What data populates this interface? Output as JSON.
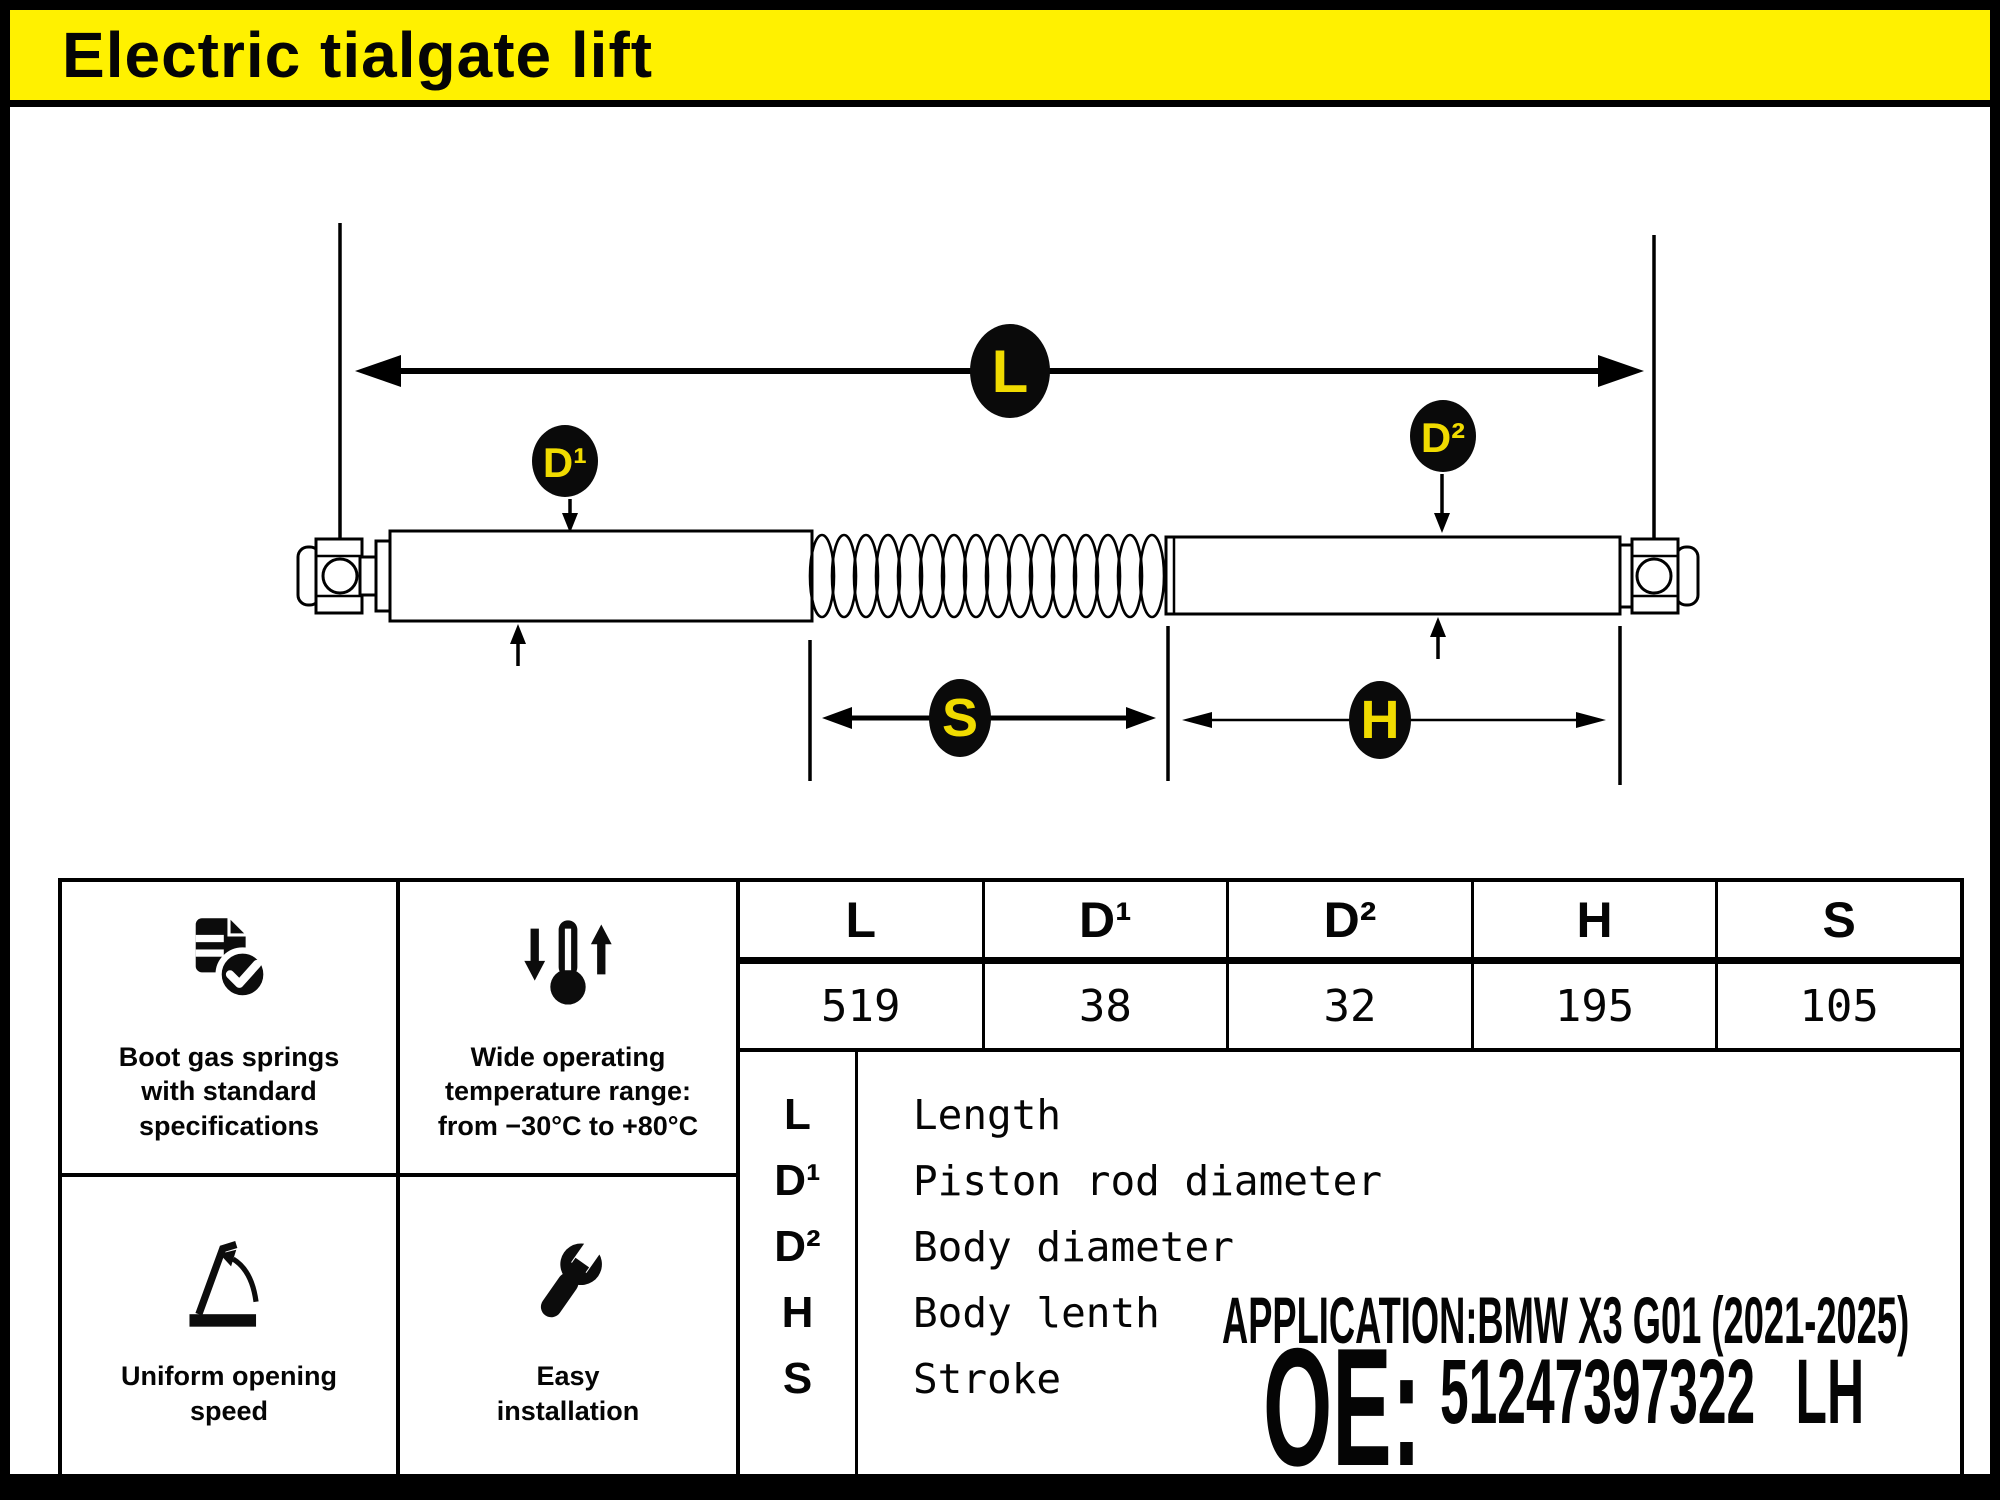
{
  "page": {
    "title": "Electric tialgate lift"
  },
  "colors": {
    "banner_yellow": "#FFF100",
    "label_letter_yellow": "#F0DB00",
    "label_circle_black": "#0a0a0a"
  },
  "diagram": {
    "l": "L",
    "d1": "D¹",
    "d2": "D²",
    "s": "S",
    "h": "H"
  },
  "spec_table": {
    "headers": [
      "L",
      "D¹",
      "D²",
      "H",
      "S"
    ],
    "values": [
      "519",
      "38",
      "32",
      "195",
      "105"
    ]
  },
  "legend": {
    "rows": [
      {
        "symbol": "L",
        "description": "Length"
      },
      {
        "symbol": "D¹",
        "description": "Piston rod diameter"
      },
      {
        "symbol": "D²",
        "description": "Body diameter"
      },
      {
        "symbol": "H",
        "description": "Body lenth"
      },
      {
        "symbol": "S",
        "description": "Stroke"
      }
    ]
  },
  "features": [
    {
      "icon": "document-check-icon",
      "caption": "Boot gas springs\nwith standard\nspecifications"
    },
    {
      "icon": "thermometer-range-icon",
      "caption": "Wide operating\ntemperature range:\nfrom −30°C to +80°C"
    },
    {
      "icon": "tailgate-angle-icon",
      "caption": "Uniform opening\nspeed"
    },
    {
      "icon": "wrench-icon",
      "caption": "Easy\ninstallation"
    }
  ],
  "application": {
    "text": "APPLICATION:BMW X3 G01 (2021-2025)"
  },
  "oe": {
    "label": "OE:",
    "number": "51247397322",
    "side": "LH"
  }
}
